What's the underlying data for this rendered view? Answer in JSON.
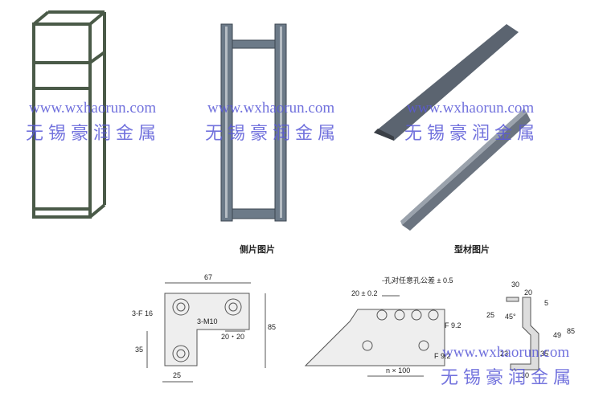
{
  "watermark": {
    "url": "www.wxhaorun.com",
    "name": "无锡豪润金属"
  },
  "captions": {
    "side_panel": "侧片图片",
    "profile": "型材图片"
  },
  "drawing1": {
    "width": "67",
    "height": "85",
    "hole_dia": "3-F 16",
    "thread": "3-M10",
    "spacing": "20・20",
    "offset": "35",
    "base": "25"
  },
  "drawing2": {
    "tolerance": "-孔对任意孔公差 ± 0.5",
    "pitch": "20 ± 0.2",
    "hole1": "F 9.2",
    "hole2": "F 9.2",
    "span": "n × 100"
  },
  "drawing3": {
    "top": "30",
    "inner": "20",
    "lip": "5",
    "h1": "25",
    "angle": "45°",
    "h2": "49",
    "total": "85",
    "h3": "35",
    "h4": "23",
    "bottom": "30"
  }
}
